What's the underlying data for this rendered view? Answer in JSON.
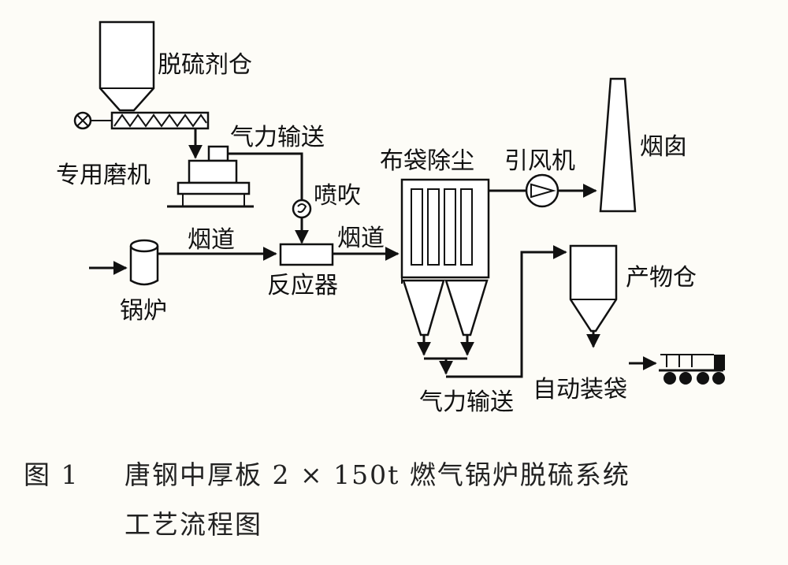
{
  "labels": {
    "desulfurizer_silo": "脱硫剂仓",
    "pneumatic_conveying_top": "气力输送",
    "special_mill": "专用磨机",
    "injection": "喷吹",
    "flue_1": "烟道",
    "flue_2": "烟道",
    "boiler": "锅炉",
    "reactor": "反应器",
    "bag_filter": "布袋除尘",
    "induced_fan": "引风机",
    "chimney": "烟囱",
    "product_silo": "产物仓",
    "pneumatic_conveying_bottom": "气力输送",
    "auto_bagging": "自动装袋"
  },
  "caption": {
    "figure_no": "图 1",
    "line1": "唐钢中厚板 2 × 150t 燃气锅炉脱硫系统",
    "line2": "工艺流程图"
  }
}
